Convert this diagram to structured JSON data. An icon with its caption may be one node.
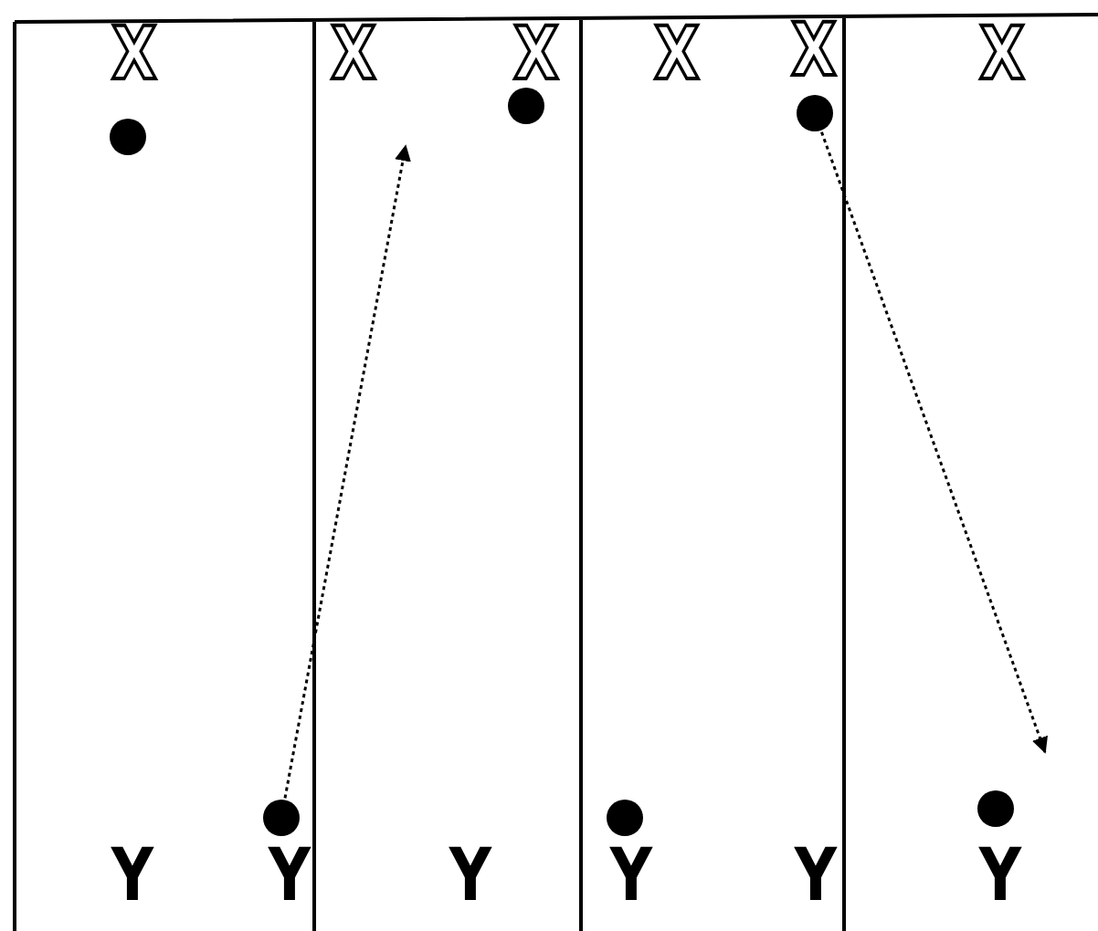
{
  "diagram": {
    "nodes": [
      {
        "text": [
          "X"
        ]
      },
      {
        "text": [
          "X"
        ]
      },
      {
        "text": [
          "X"
        ]
      },
      {
        "text": [
          "X"
        ]
      },
      {
        "text": [
          "X"
        ]
      },
      {
        "text": [
          "X"
        ]
      },
      {
        "text": [
          "Y"
        ]
      },
      {
        "text": [
          "Y"
        ]
      },
      {
        "text": [
          "Y"
        ]
      },
      {
        "text": [
          "Y"
        ]
      },
      {
        "text": [
          "Y"
        ]
      },
      {
        "text": [
          "Y"
        ]
      },
      {
        "text": [],
        "shape": "circle"
      },
      {
        "text": [],
        "shape": "circle"
      },
      {
        "text": [],
        "shape": "circle"
      },
      {
        "text": [],
        "shape": "circle"
      },
      {
        "text": [],
        "shape": "circle"
      },
      {
        "text": [],
        "shape": "circle"
      }
    ],
    "edges": [
      {
        "from": 13,
        "to": null,
        "arrow": "to",
        "style": "dashed"
      },
      {
        "from": 16,
        "to": null,
        "arrow": "to",
        "style": "dashed"
      }
    ]
  }
}
